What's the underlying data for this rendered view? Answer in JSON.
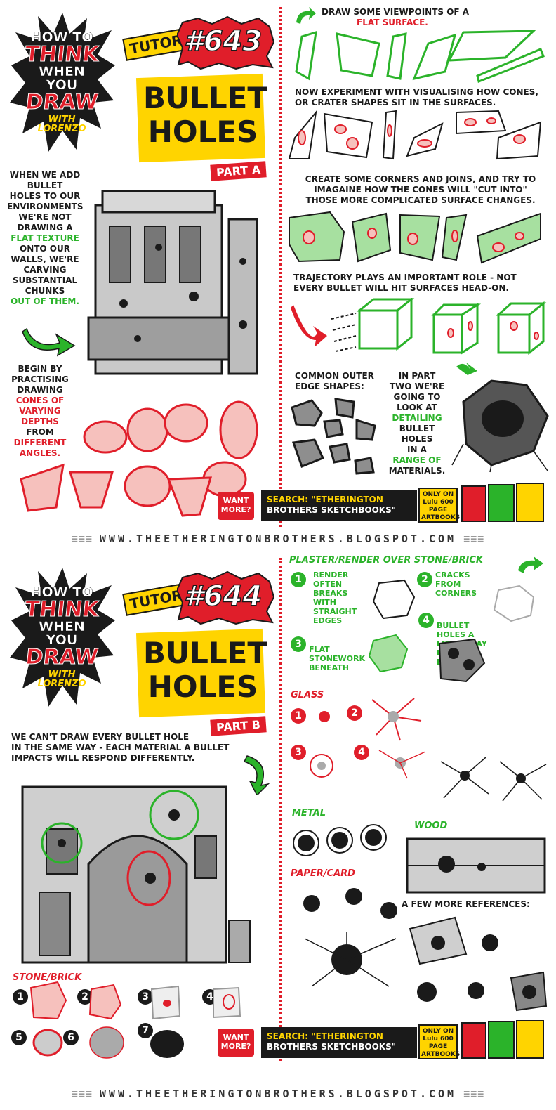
{
  "header": {
    "line1": "HOW TO",
    "line2": "THINK",
    "line3": "WHEN YOU",
    "line4": "DRAW",
    "line5": "WITH LORENZO"
  },
  "part_a": {
    "tutorial_label": "TUTORIAL",
    "tutorial_number": "#643",
    "title_line1": "BULLET",
    "title_line2": "HOLES",
    "part": "PART A",
    "intro": [
      "WHEN WE ADD",
      "BULLET",
      "HOLES TO OUR",
      "ENVIRONMENTS",
      "WE'RE NOT",
      "DRAWING A",
      "FLAT TEXTURE",
      "ONTO OUR",
      "WALLS, WE'RE",
      "CARVING",
      "SUBSTANTIAL",
      "CHUNKS",
      "OUT OF THEM."
    ],
    "begin": [
      "BEGIN BY",
      "PRACTISING",
      "DRAWING",
      "CONES OF",
      "VARYING",
      "DEPTHS",
      "FROM",
      "DIFFERENT",
      "ANGLES."
    ],
    "viewpoints": [
      "DRAW SOME VIEWPOINTS OF A",
      "FLAT SURFACE."
    ],
    "experiment": [
      "NOW EXPERIMENT WITH VISUALISING HOW CONES,",
      "OR CRATER SHAPES SIT IN THE SURFACES."
    ],
    "corners": [
      "CREATE SOME CORNERS AND JOINS, AND TRY TO",
      "IMAGAINE HOW THE CONES WILL \"CUT INTO\"",
      "THOSE MORE COMPLICATED SURFACE CHANGES."
    ],
    "trajectory": [
      "TRAJECTORY PLAYS AN IMPORTANT ROLE - NOT",
      "EVERY BULLET WILL HIT SURFACES HEAD-ON."
    ],
    "outer_edge": [
      "COMMON OUTER",
      "EDGE SHAPES:"
    ],
    "part_two": [
      "IN PART",
      "TWO WE'RE",
      "GOING TO",
      "LOOK AT",
      "DETAILING",
      "BULLET",
      "HOLES",
      "IN A",
      "RANGE OF",
      "MATERIALS."
    ]
  },
  "part_b": {
    "tutorial_label": "TUTORIAL",
    "tutorial_number": "#644",
    "title_line1": "BULLET",
    "title_line2": "HOLES",
    "part": "PART B",
    "intro": [
      "WE CAN'T DRAW EVERY BULLET HOLE",
      "IN THE SAME WAY - EACH MATERIAL A BULLET",
      "IMPACTS WILL RESPOND DIFFERENTLY."
    ],
    "plaster_head": "PLASTER/RENDER OVER STONE/BRICK",
    "plaster_steps": [
      {
        "n": "1",
        "text": [
          "RENDER",
          "OFTEN",
          "BREAKS",
          "WITH",
          "STRAIGHT",
          "EDGES"
        ]
      },
      {
        "n": "2",
        "text": [
          "CRACKS",
          "FROM",
          "CORNERS"
        ]
      },
      {
        "n": "3",
        "text": [
          "FLAT",
          "STONEWORK",
          "BENEATH"
        ]
      },
      {
        "n": "4",
        "text": [
          "BULLET",
          "HOLES A",
          "LITTLE WAY",
          "IN FROM",
          "EDGE"
        ]
      }
    ],
    "glass_head": "GLASS",
    "metal_head": "METAL",
    "wood_head": "WOOD",
    "paper_head": "PAPER/CARD",
    "references": "A FEW MORE REFERENCES:",
    "stone_head": "STONE/BRICK",
    "glass_steps": [
      "1",
      "2",
      "3",
      "4"
    ],
    "stone_steps": [
      "1",
      "2",
      "3",
      "4",
      "5",
      "6",
      "7"
    ]
  },
  "footer": {
    "want_more": "WANT MORE?",
    "search_line1": "SEARCH: \"ETHERINGTON",
    "search_line2": "BROTHERS SKETCHBOOKS\"",
    "lulu": "ONLY ON Lulu 600 PAGE ARTBOOKS!",
    "url": "WWW.THEETHERINGTONBROTHERS.BLOGSPOT.COM"
  },
  "colors": {
    "accent_red": "#e01e2a",
    "accent_green": "#2bb32a",
    "accent_yellow": "#ffd400",
    "ink": "#1a1a1a"
  }
}
